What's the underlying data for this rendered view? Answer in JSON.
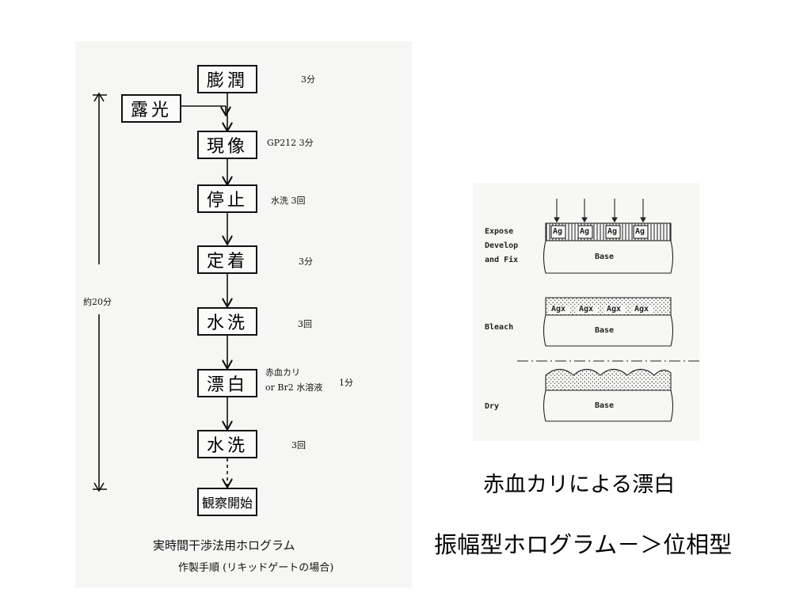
{
  "flowchart": {
    "steps": [
      "膨潤",
      "現像",
      "停止",
      "定着",
      "水洗",
      "漂白",
      "水洗",
      "観察開始"
    ],
    "expose": "露光",
    "notes": {
      "swell": "3分",
      "develop": "GP212 3分",
      "stop": "水洗 3回",
      "fix": "3分",
      "wash1": "3回",
      "bleach_line1": "赤血カリ",
      "bleach_line2": "or Br2 水溶液",
      "bleach_time": "1分",
      "wash2": "3回"
    },
    "total_time": "約20分",
    "caption_line1": "実時間干渉法用ホログラム",
    "caption_line2": "作製手順 (リキッドゲートの場合)"
  },
  "figure": {
    "labels": {
      "expose": "Expose",
      "develop": "Develop",
      "and_fix": "and Fix",
      "bleach": "Bleach",
      "dry": "Dry"
    },
    "base": "Base",
    "ag": "Ag",
    "agx": "Agx"
  },
  "captions": {
    "bleach_method": "赤血カリによる漂白",
    "conversion": "振幅型ホログラム－＞位相型"
  }
}
